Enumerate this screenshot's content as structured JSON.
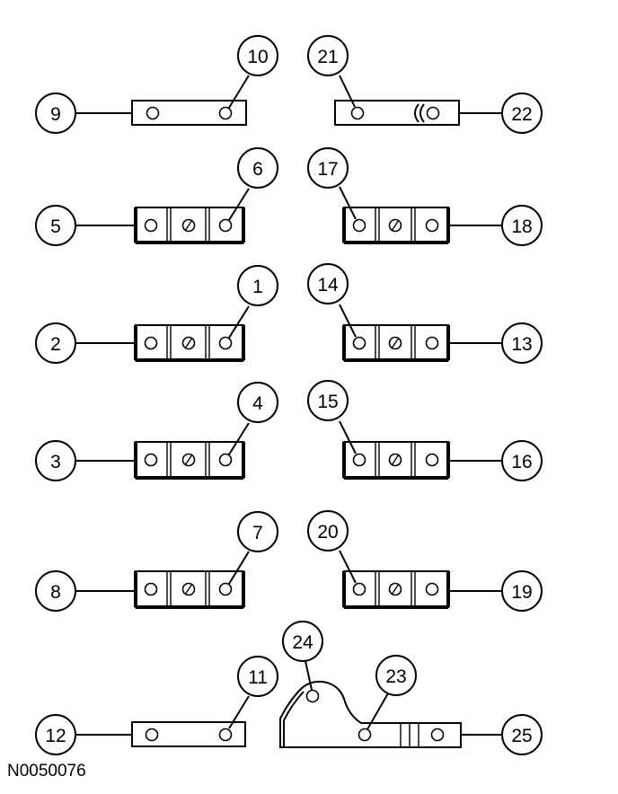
{
  "diagram": {
    "code": "N0050076",
    "rows": [
      {
        "left": {
          "outer": "9",
          "inner": "10"
        },
        "right": {
          "inner": "21",
          "outer": "22"
        }
      },
      {
        "left": {
          "outer": "5",
          "inner": "6"
        },
        "right": {
          "inner": "17",
          "outer": "18"
        }
      },
      {
        "left": {
          "outer": "2",
          "inner": "1"
        },
        "right": {
          "inner": "14",
          "outer": "13"
        }
      },
      {
        "left": {
          "outer": "3",
          "inner": "4"
        },
        "right": {
          "inner": "15",
          "outer": "16"
        }
      },
      {
        "left": {
          "outer": "8",
          "inner": "7"
        },
        "right": {
          "inner": "20",
          "outer": "19"
        }
      },
      {
        "left": {
          "outer": "12",
          "inner": "11"
        },
        "right": {
          "upper": "24",
          "inner": "23",
          "outer": "25"
        }
      }
    ]
  }
}
